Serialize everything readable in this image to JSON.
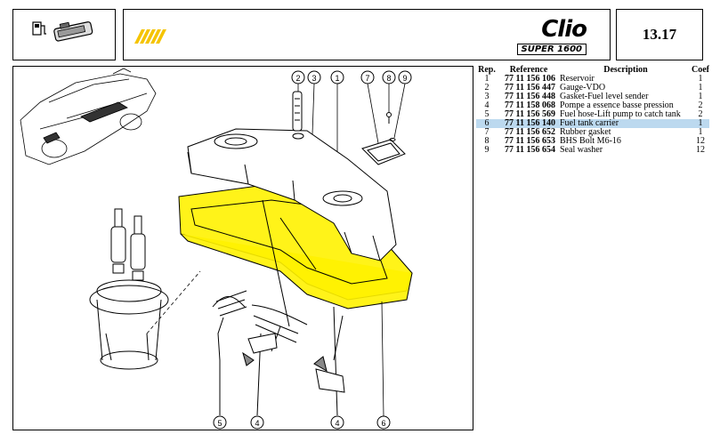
{
  "header": {
    "brand_name": "Clio",
    "brand_sub": "SUPER 1600",
    "page_number": "13.17"
  },
  "table": {
    "headers": {
      "rep": "Rep.",
      "reference": "Reference",
      "description": "Description",
      "coef": "Coef"
    },
    "rows": [
      {
        "rep": "1",
        "reference": "77 11 156 106",
        "description": "Reservoir",
        "coef": "1"
      },
      {
        "rep": "2",
        "reference": "77 11 156 447",
        "description": "Gauge-VDO",
        "coef": "1"
      },
      {
        "rep": "3",
        "reference": "77 11 156 448",
        "description": "Gasket-Fuel level sender",
        "coef": "1"
      },
      {
        "rep": "4",
        "reference": "77 11 158 068",
        "description": "Pompe a essence basse pression",
        "coef": "2"
      },
      {
        "rep": "5",
        "reference": "77 11 156 569",
        "description": "Fuel hose-Lift pump to catch tank",
        "coef": "2"
      },
      {
        "rep": "6",
        "reference": "77 11 156 140",
        "description": "Fuel tank carrier",
        "coef": "1"
      },
      {
        "rep": "7",
        "reference": "77 11 156 652",
        "description": "Rubber gasket",
        "coef": "1"
      },
      {
        "rep": "8",
        "reference": "77 11 156 653",
        "description": "BHS Bolt M6-16",
        "coef": "12"
      },
      {
        "rep": "9",
        "reference": "77 11 156 654",
        "description": "Seal washer",
        "coef": "12"
      }
    ],
    "selected_rep": "6"
  },
  "diagram": {
    "callouts_top": [
      "2",
      "3",
      "1",
      "7",
      "8",
      "9"
    ],
    "callouts_bottom": [
      "5",
      "4",
      "4",
      "6"
    ],
    "highlight_color": "#fff200"
  }
}
